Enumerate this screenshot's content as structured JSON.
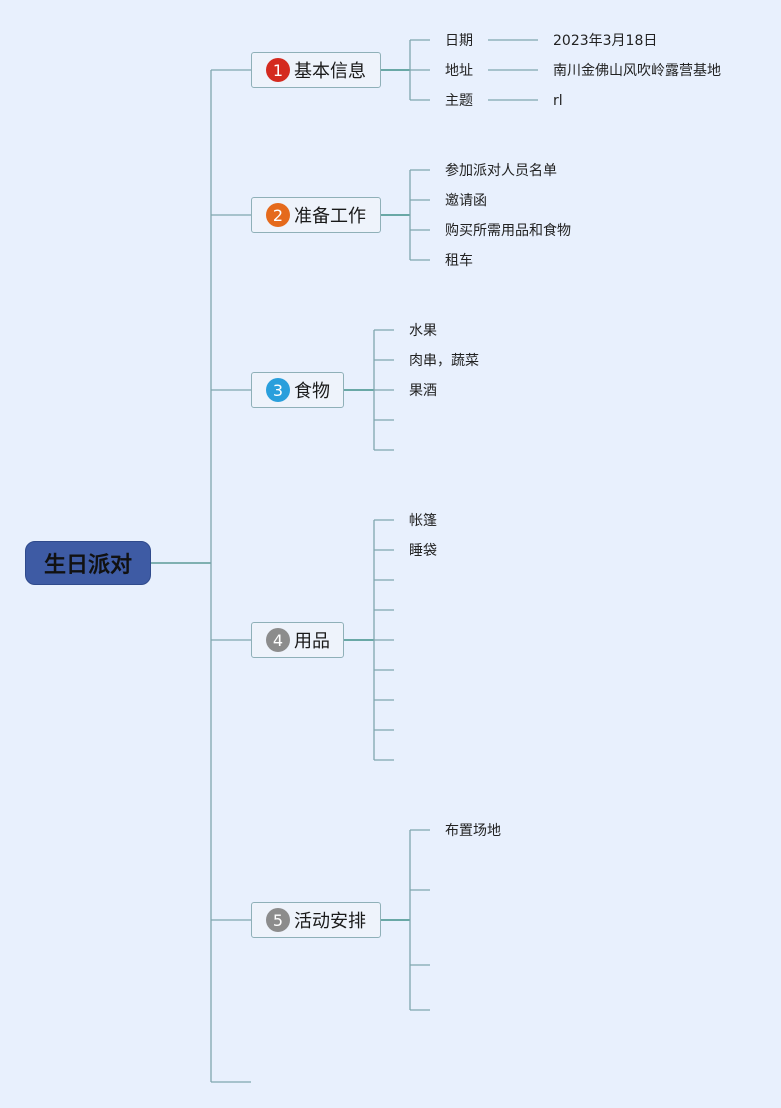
{
  "root": {
    "label": "生日派对",
    "color": "#3e5ba4"
  },
  "branches": [
    {
      "num": "1",
      "label": "基本信息",
      "badge_color": "#d42a1f",
      "items": [
        {
          "key": "日期",
          "value": "2023年3月18日"
        },
        {
          "key": "地址",
          "value": "南川金佛山风吹岭露营基地"
        },
        {
          "key": "主题",
          "value": "rl"
        }
      ]
    },
    {
      "num": "2",
      "label": "准备工作",
      "badge_color": "#e56a1c",
      "items": [
        "参加派对人员名单",
        "邀请函",
        "购买所需用品和食物",
        "租车"
      ]
    },
    {
      "num": "3",
      "label": "食物",
      "badge_color": "#2a9fdc",
      "items": [
        "水果",
        "肉串，蔬菜",
        "果酒",
        "",
        ""
      ]
    },
    {
      "num": "4",
      "label": "用品",
      "badge_color": "#8c8c8c",
      "items": [
        "帐篷",
        "睡袋",
        "",
        "",
        "",
        "",
        "",
        "",
        ""
      ]
    },
    {
      "num": "5",
      "label": "活动安排",
      "badge_color": "#8c8c8c",
      "items": [
        "布置场地",
        "",
        "",
        ""
      ]
    }
  ],
  "connector_color": "#7fa7ae"
}
